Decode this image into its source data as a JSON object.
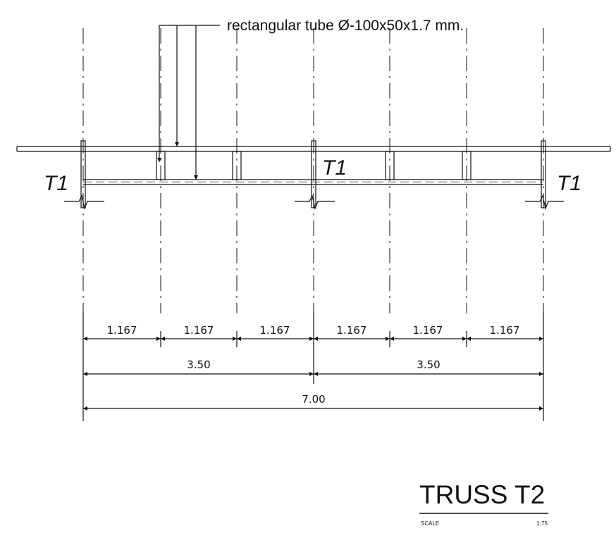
{
  "annotation": {
    "text": "rectangular tube Ø-100x50x1.7 mm."
  },
  "labels": {
    "left": "T1",
    "middle": "T1",
    "right": "T1"
  },
  "dimensions": {
    "segments": [
      "1.167",
      "1.167",
      "1.167",
      "1.167",
      "1.167",
      "1.167"
    ],
    "halves": [
      "3.50",
      "3.50"
    ],
    "total": "7.00"
  },
  "title_block": {
    "title": "TRUSS T2",
    "scale_label": "SCALE",
    "scale_value": "1:75"
  }
}
